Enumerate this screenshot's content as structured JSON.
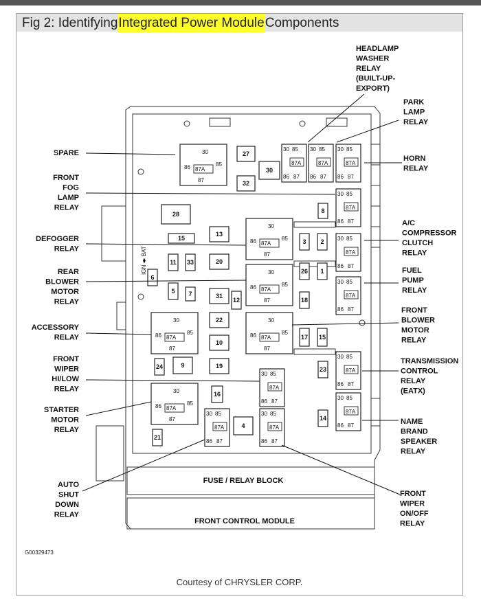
{
  "figure": {
    "title_prefix": "Fig 2: Identifying ",
    "title_highlight": "Integrated Power Module",
    "title_suffix": " Components",
    "highlight_color": "#ffff2a",
    "courtesy": "Courtesy of CHRYSLER CORP.",
    "code": "G00329473"
  },
  "labels": {
    "headlamp": [
      "HEADLAMP",
      "WASHER",
      "RELAY",
      "(BUILT-UP-",
      "EXPORT)"
    ],
    "park": [
      "PARK",
      "LAMP",
      "RELAY"
    ],
    "spare": [
      "SPARE"
    ],
    "horn": [
      "HORN",
      "RELAY"
    ],
    "fog": [
      "FRONT",
      "FOG",
      "LAMP",
      "RELAY"
    ],
    "ac": [
      "A/C",
      "COMPRESSOR",
      "CLUTCH",
      "RELAY"
    ],
    "defogger": [
      "DEFOGGER",
      "RELAY"
    ],
    "rear_blower": [
      "REAR",
      "BLOWER",
      "MOTOR",
      "RELAY"
    ],
    "fuel": [
      "FUEL",
      "PUMP",
      "RELAY"
    ],
    "front_blower": [
      "FRONT",
      "BLOWER",
      "MOTOR",
      "RELAY"
    ],
    "accessory": [
      "ACCESSORY",
      "RELAY"
    ],
    "wiper_hilow": [
      "FRONT",
      "WIPER",
      "HI/LOW",
      "RELAY"
    ],
    "transmission": [
      "TRANSMISSION",
      "CONTROL",
      "RELAY",
      "(EATX)"
    ],
    "starter": [
      "STARTER",
      "MOTOR",
      "RELAY"
    ],
    "speaker": [
      "NAME",
      "BRAND",
      "SPEAKER",
      "RELAY"
    ],
    "asd": [
      "AUTO",
      "SHUT",
      "DOWN",
      "RELAY"
    ],
    "wiper_onoff": [
      "FRONT",
      "WIPER",
      "ON/OFF",
      "RELAY"
    ],
    "fuse_block": [
      "FUSE / RELAY BLOCK"
    ],
    "fcm": [
      "FRONT CONTROL MODULE"
    ],
    "ign_bat": [
      "IGN ◂▸ BAT"
    ]
  },
  "relay_pins": {
    "p30": "30",
    "p85": "85",
    "p86": "86",
    "p87": "87",
    "p87a": "87A"
  },
  "fuses": [
    "27",
    "30",
    "32",
    "28",
    "13",
    "15",
    "20",
    "11",
    "33",
    "6",
    "5",
    "7",
    "31",
    "12",
    "22",
    "10",
    "19",
    "9",
    "24",
    "16",
    "21",
    "4",
    "8",
    "3",
    "2",
    "26",
    "1",
    "18",
    "17",
    "15",
    "23",
    "14"
  ]
}
